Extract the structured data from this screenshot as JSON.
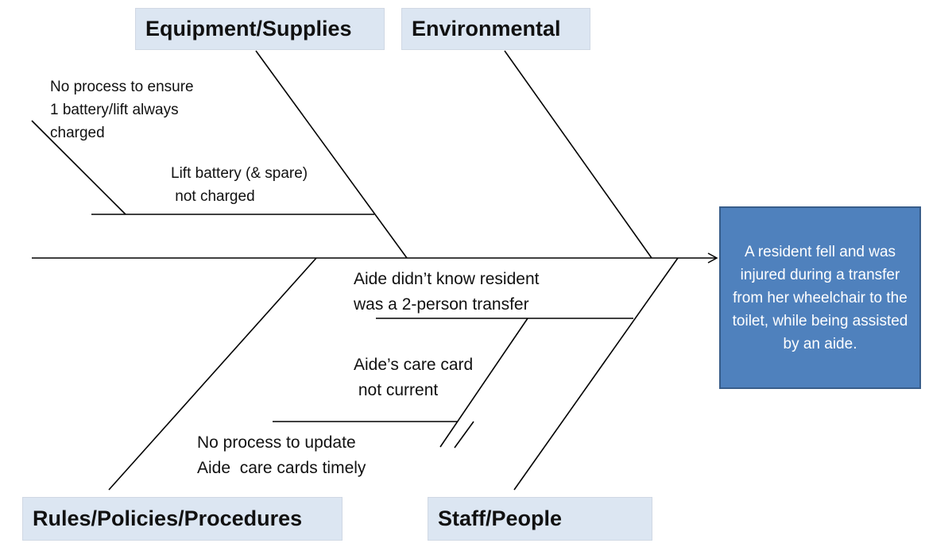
{
  "title": "Fishbone (cause-and-effect) diagram",
  "categories": {
    "equipment": "Equipment/Supplies",
    "environmental": "Environmental",
    "rules": "Rules/Policies/Procedures",
    "staff": "Staff/People"
  },
  "effect": "A resident fell and was injured during a transfer from her wheelchair to the toilet, while being assisted by an aide.",
  "causes": {
    "equipment_root": "No process to ensure\n1 battery/lift always\ncharged",
    "equipment_primary": "Lift battery (& spare)\n not charged",
    "staff_primary": "Aide didn’t know resident\nwas a 2-person transfer",
    "staff_secondary": "Aide’s care card\n not current",
    "staff_root": "No process to update\nAide  care cards timely"
  },
  "colors": {
    "category_fill": "#dce6f2",
    "effect_fill": "#4f81bd",
    "effect_border": "#385d8a",
    "line": "#000000"
  }
}
